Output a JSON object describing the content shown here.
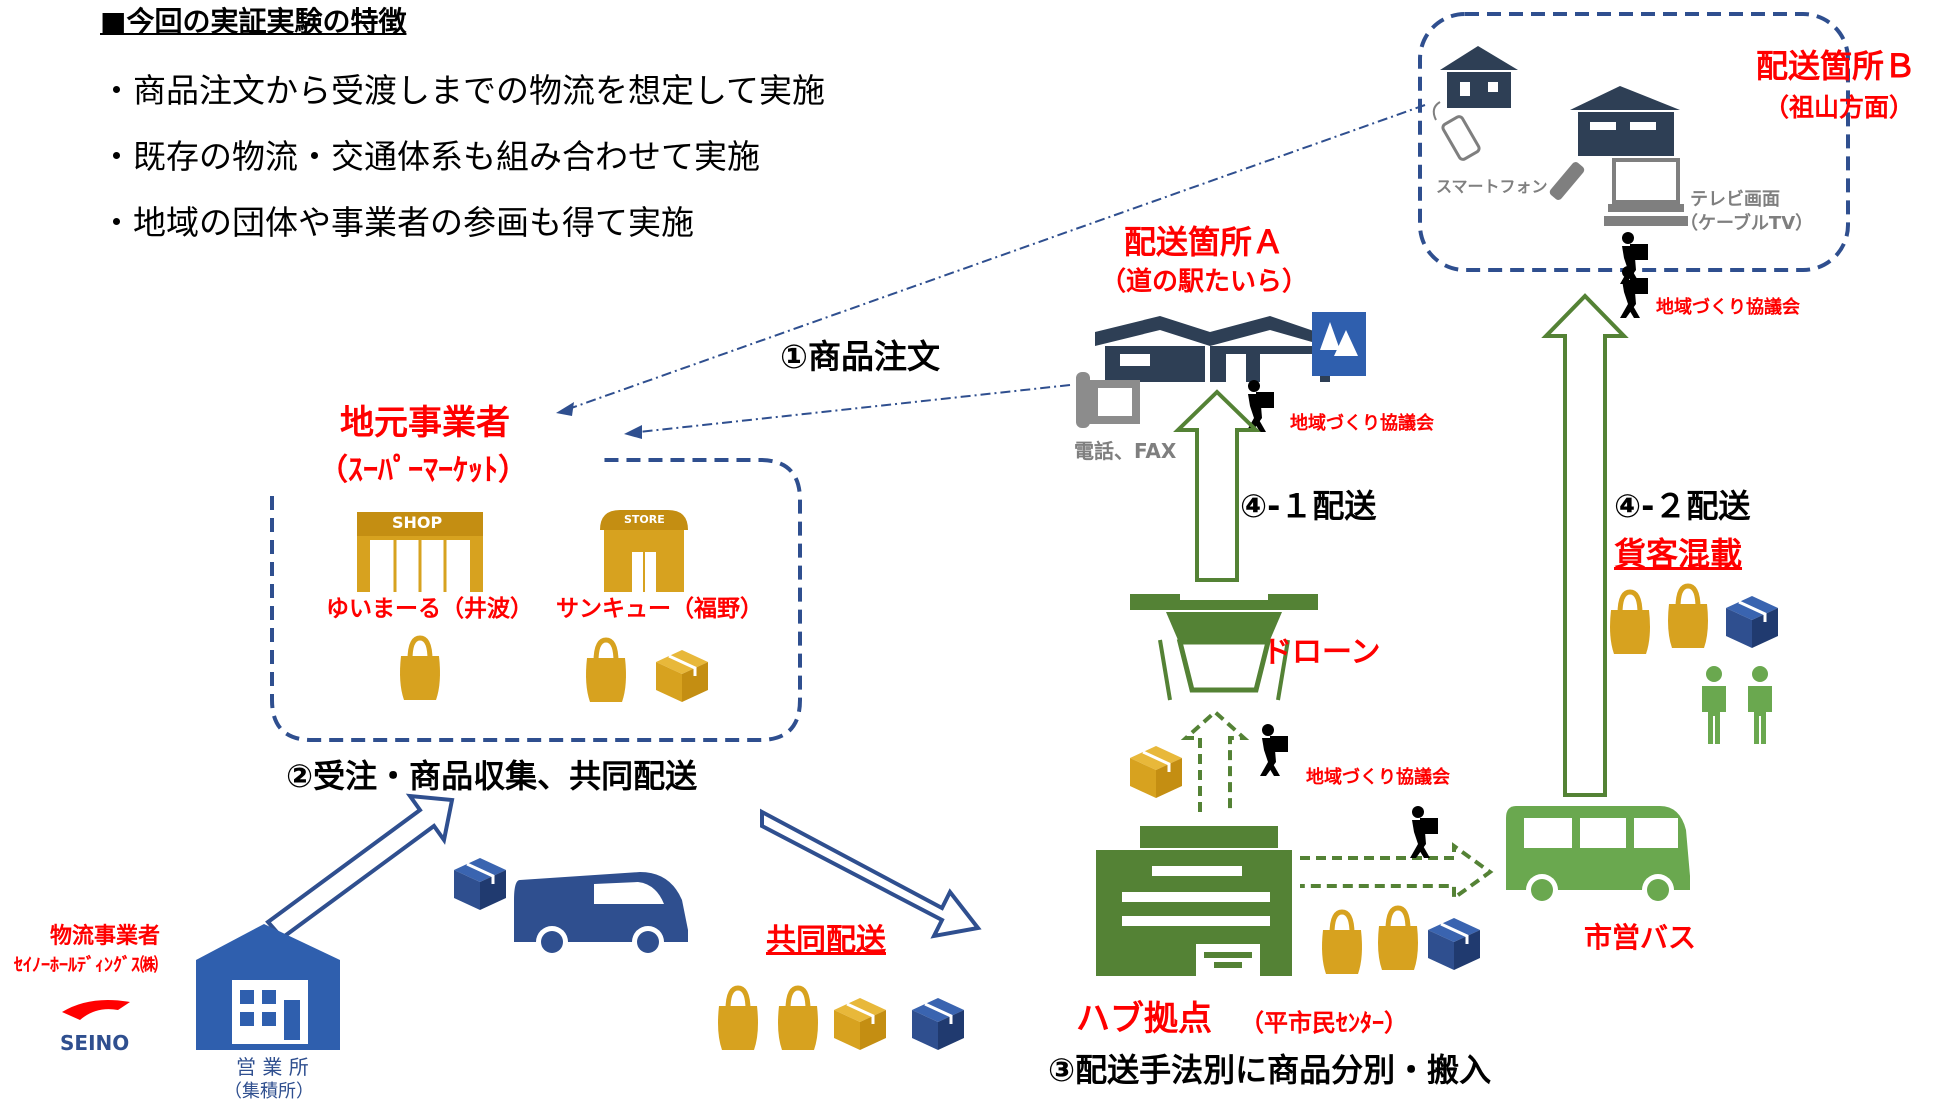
{
  "features": {
    "heading": "■今回の実証実験の特徴",
    "items": [
      "・商品注文から受渡しまでの物流を想定して実施",
      "・既存の物流・交通体系も組み合わせて実施",
      "・地域の団体や事業者の参画も得て実施"
    ]
  },
  "delivery_b": {
    "title": "配送箇所Ｂ",
    "subtitle": "（祖山方面）",
    "smartphone_label": "スマートフォン",
    "tv_label_1": "テレビ画面",
    "tv_label_2": "（ケーブルTV）",
    "council_label": "地域づくり協議会"
  },
  "delivery_a": {
    "title": "配送箇所Ａ",
    "subtitle": "（道の駅たいら）",
    "phone_label": "電話、FAX",
    "council_label": "地域づくり協議会"
  },
  "steps": {
    "order": "①商品注文",
    "collect": "②受注・商品収集、共同配送",
    "sort": "③配送手法別に商品分別・搬入",
    "delivery1": "④-１配送",
    "delivery2": "④-２配送",
    "mixed": "貨客混載"
  },
  "local_business": {
    "title": "地元事業者",
    "subtitle": "（ｽｰﾊﾟｰﾏｰｹｯﾄ）",
    "shop_sign": "SHOP",
    "store_sign": "STORE",
    "store1": "ゆいまーる（井波）",
    "store2": "サンキュー（福野）"
  },
  "drone": {
    "label": "ドローン",
    "council_label": "地域づくり協議会"
  },
  "hub": {
    "title": "ハブ拠点",
    "subtitle": "（平市民ｾﾝﾀｰ）"
  },
  "bus": {
    "label": "市営バス"
  },
  "joint": {
    "label": "共同配送"
  },
  "logistics": {
    "title": "物流事業者",
    "company": "ｾｲﾉｰﾎｰﾙﾃﾞｨﾝｸﾞｽ㈱",
    "logo_text": "SEINO",
    "office_1": "営 業 所",
    "office_2": "（集積所）"
  },
  "colors": {
    "accent_red": "#ff0000",
    "navy": "#2f4f8f",
    "green": "#548235",
    "gold": "#d7a21f",
    "dark_icon": "#2e3f55"
  },
  "icons": [
    "house-icon",
    "smartphone-icon",
    "remote-icon",
    "tv-icon",
    "delivery-person-icon",
    "roadside-station-icon",
    "tree-sign-icon",
    "phone-fax-icon",
    "shop-icon",
    "store-icon",
    "shopping-bag-icon",
    "box-icon",
    "van-icon",
    "warehouse-icon",
    "seino-logo",
    "drone-icon",
    "hub-building-icon",
    "bus-icon",
    "people-icon"
  ]
}
